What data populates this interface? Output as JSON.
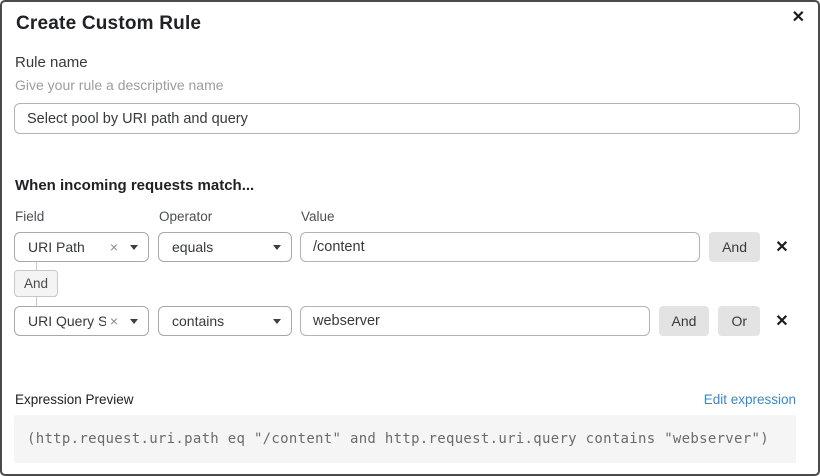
{
  "dialog": {
    "title": "Create Custom Rule"
  },
  "icons": {
    "close": "✕",
    "delete": "✕",
    "clear": "×"
  },
  "rule_name": {
    "label": "Rule name",
    "helper": "Give your rule a descriptive name",
    "value": "Select pool by URI path and query"
  },
  "match": {
    "heading": "When incoming requests match...",
    "columns": {
      "field": "Field",
      "operator": "Operator",
      "value": "Value"
    },
    "rows": [
      {
        "field": "URI Path",
        "operator": "equals",
        "value": "/content",
        "buttons": [
          "And"
        ]
      },
      {
        "field": "URI Query St...",
        "operator": "contains",
        "value": "webserver",
        "buttons": [
          "And",
          "Or"
        ]
      }
    ],
    "connector": "And"
  },
  "expression": {
    "label": "Expression Preview",
    "edit_link": "Edit expression",
    "code": "(http.request.uri.path eq \"/content\" and http.request.uri.query contains \"webserver\")"
  },
  "colors": {
    "border_dark": "#4a4a4a",
    "button_gray": "#e3e3e3",
    "badge_gray": "#f4f4f4",
    "code_bg": "#f5f5f5",
    "link_blue": "#3789c9",
    "helper_gray": "#9d9d9d"
  }
}
